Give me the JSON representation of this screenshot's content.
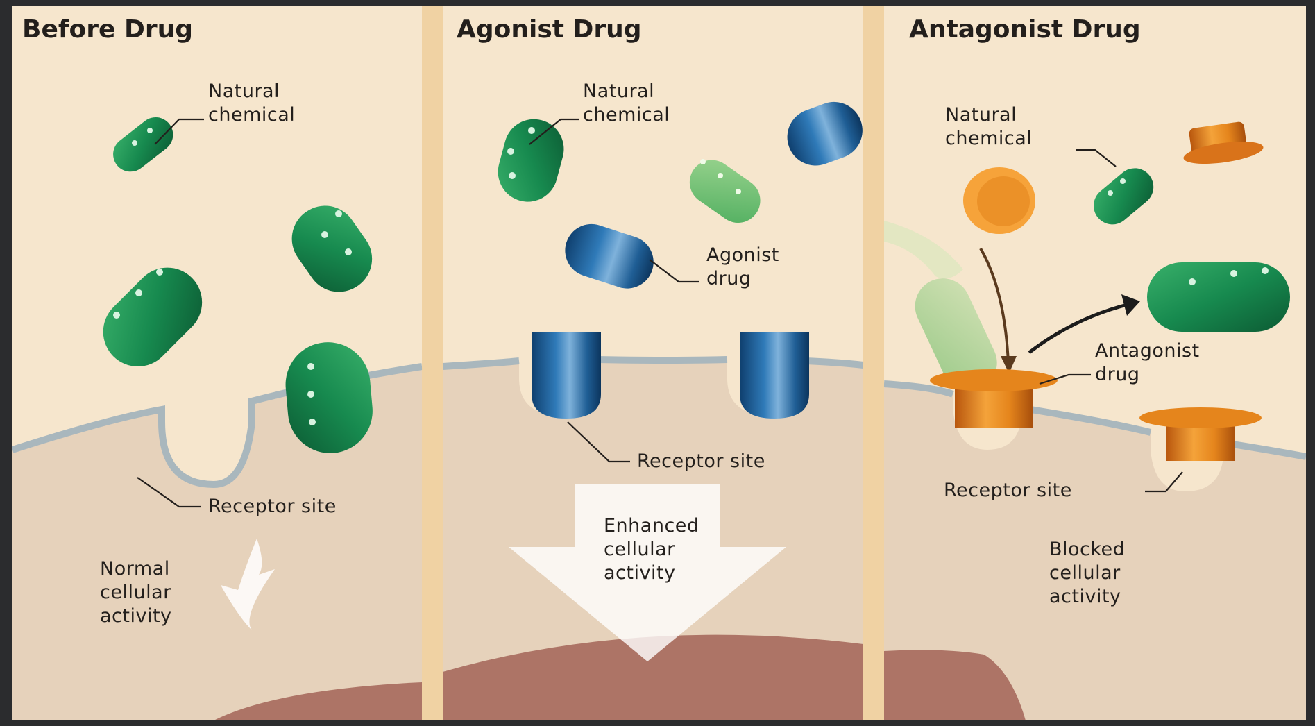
{
  "panels": [
    {
      "title": "Before Drug",
      "natural_chemical": [
        "Natural",
        "chemical"
      ],
      "receptor_site": "Receptor site",
      "activity": [
        "Normal",
        "cellular",
        "activity"
      ]
    },
    {
      "title": "Agonist Drug",
      "natural_chemical": [
        "Natural",
        "chemical"
      ],
      "agonist_drug": [
        "Agonist",
        "drug"
      ],
      "receptor_site": "Receptor site",
      "activity": [
        "Enhanced",
        "cellular",
        "activity"
      ]
    },
    {
      "title": "Antagonist Drug",
      "natural_chemical": [
        "Natural",
        "chemical"
      ],
      "antagonist_drug": [
        "Antagonist",
        "drug"
      ],
      "receptor_site": "Receptor site",
      "activity": [
        "Blocked",
        "cellular",
        "activity"
      ]
    }
  ],
  "colors": {
    "background": "#f6e6cd",
    "cell": "#e6d2bb",
    "membrane": "#a9b7bd",
    "nucleus": "#ad7466",
    "natural_chemical": "#178a4f",
    "agonist": "#1f5e95",
    "antagonist": "#e5851c"
  },
  "icons": [
    "natural-chemical-capsule",
    "agonist-drug-capsule",
    "antagonist-drug-cap",
    "arrow"
  ]
}
